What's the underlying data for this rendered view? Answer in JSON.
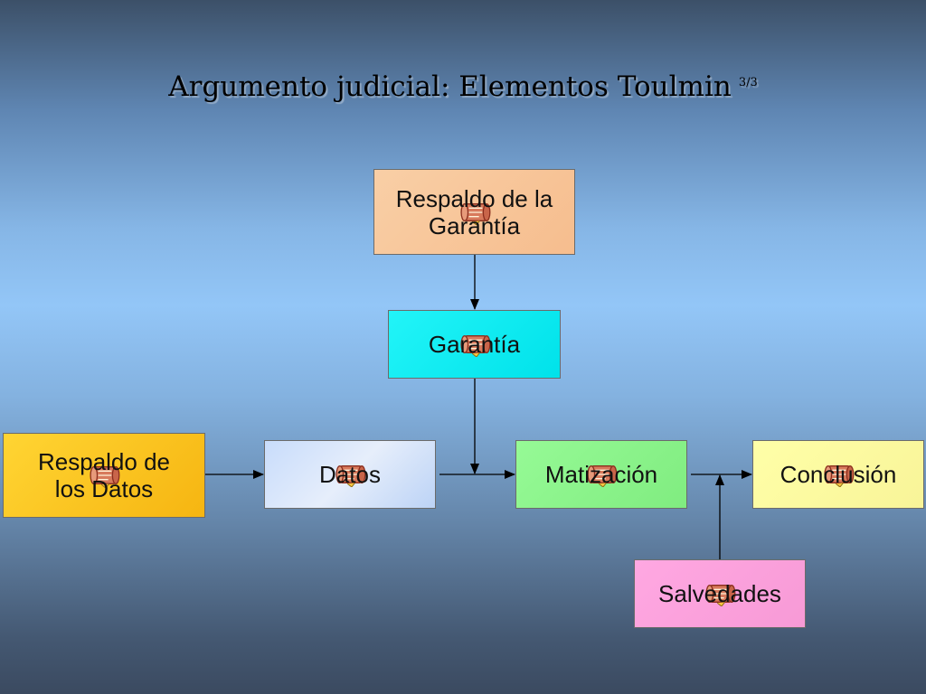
{
  "slide": {
    "title": "Argumento judicial: Elementos Toulmin",
    "title_suffix": "3/3"
  },
  "diagram": {
    "boxes": {
      "respaldo_garantia": {
        "line1": "Respaldo de la",
        "line2": "Garantía",
        "color": "#f8c69b"
      },
      "garantia": {
        "label": "Garantía",
        "color": "#11ecf1"
      },
      "respaldo_datos": {
        "line1": "Respaldo de",
        "line2": "los Datos",
        "color": "#fbc522"
      },
      "datos": {
        "label": "Datos",
        "color": "#d6e5fb"
      },
      "matizacion": {
        "label": "Matización",
        "color": "#8bf38b"
      },
      "conclusion": {
        "label": "Conclusión",
        "color": "#fcfaa0"
      },
      "salvedades": {
        "label": "Salvedades",
        "color": "#fba1dc"
      }
    },
    "edges": [
      {
        "from": "respaldo_garantia",
        "to": "garantia"
      },
      {
        "from": "garantia",
        "to": "datos-matizacion-link"
      },
      {
        "from": "respaldo_datos",
        "to": "datos"
      },
      {
        "from": "datos",
        "to": "matizacion"
      },
      {
        "from": "matizacion",
        "to": "conclusion"
      },
      {
        "from": "salvedades",
        "to": "matizacion-conclusion-link"
      }
    ],
    "icon": "scroll-icon"
  }
}
